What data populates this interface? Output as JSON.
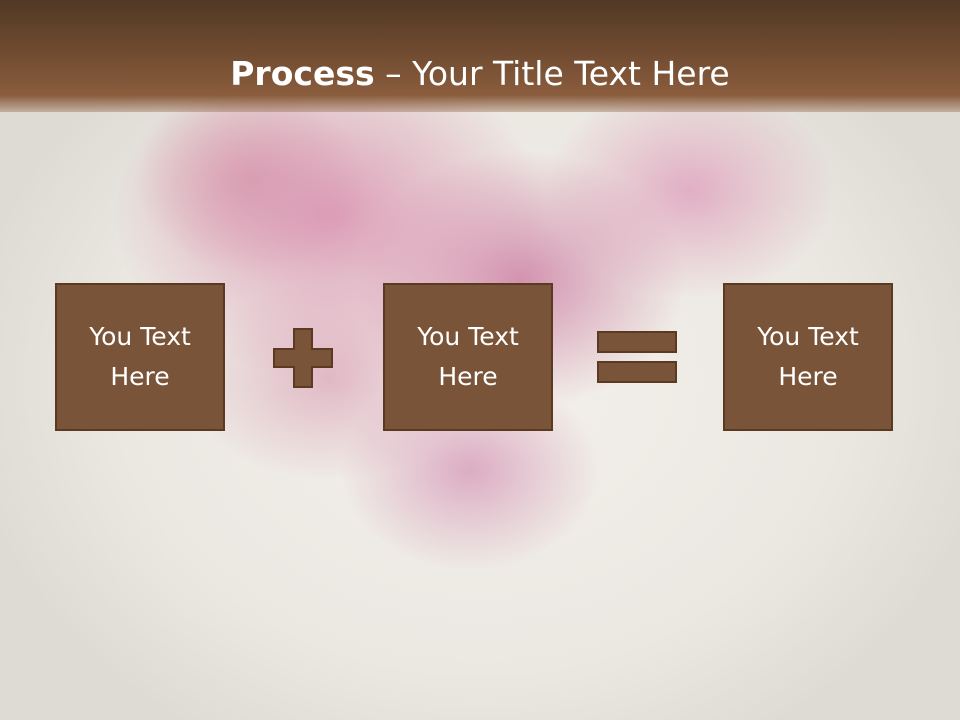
{
  "slide": {
    "title_bold": "Process",
    "title_dash": " – ",
    "title_rest": "Your Title Text Here"
  },
  "process": {
    "box1_text": "You Text Here",
    "box2_text": "You Text Here",
    "box3_text": "You Text Here",
    "operator1_icon": "plus-icon",
    "operator2_icon": "equals-icon"
  },
  "colors": {
    "header": "#6f4a30",
    "box_fill": "#7a5438",
    "box_border": "#5a3a22",
    "operator": "#7a5438"
  }
}
